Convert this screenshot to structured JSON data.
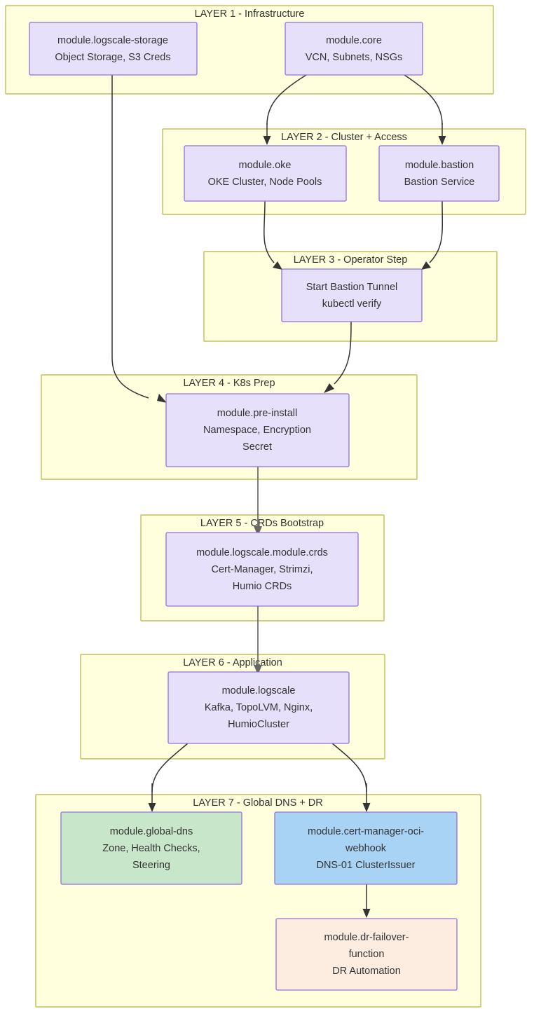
{
  "diagram": {
    "title": "LogScale OCI Deployment Layer Architecture",
    "type": "layered-flowchart",
    "colors": {
      "cluster_fill": "#ffffde",
      "cluster_stroke": "#bfbf5f",
      "node_stroke": "#9370db",
      "node_fill_purple": "#e6e0fa",
      "node_fill_green": "#c8e6c9",
      "node_fill_blue": "#a9d3f5",
      "node_fill_peach": "#fdece0",
      "edge_stroke": "#333333",
      "edge_stroke_gray": "#666666",
      "text": "#333333"
    },
    "layers": [
      {
        "id": "layer1",
        "title": "LAYER 1 - Infrastructure",
        "nodes": [
          {
            "id": "logscale-storage",
            "line1": "module.logscale-storage",
            "line2": "Object Storage, S3 Creds",
            "line3": "",
            "fill": "purple"
          },
          {
            "id": "core",
            "line1": "module.core",
            "line2": "VCN, Subnets, NSGs",
            "line3": "",
            "fill": "purple"
          }
        ]
      },
      {
        "id": "layer2",
        "title": "LAYER 2 - Cluster + Access",
        "nodes": [
          {
            "id": "oke",
            "line1": "module.oke",
            "line2": "OKE Cluster, Node Pools",
            "line3": "",
            "fill": "purple"
          },
          {
            "id": "bastion",
            "line1": "module.bastion",
            "line2": "Bastion Service",
            "line3": "",
            "fill": "purple"
          }
        ]
      },
      {
        "id": "layer3",
        "title": "LAYER 3 - Operator Step",
        "nodes": [
          {
            "id": "bastion-tunnel",
            "line1": "Start Bastion Tunnel",
            "line2": "kubectl verify",
            "line3": "",
            "fill": "purple"
          }
        ]
      },
      {
        "id": "layer4",
        "title": "LAYER 4 - K8s Prep",
        "nodes": [
          {
            "id": "pre-install",
            "line1": "module.pre-install",
            "line2": "Namespace, Encryption",
            "line3": "Secret",
            "fill": "purple"
          }
        ]
      },
      {
        "id": "layer5",
        "title": "LAYER 5 - CRDs Bootstrap",
        "nodes": [
          {
            "id": "crds",
            "line1": "module.logscale.module.crds",
            "line2": "Cert-Manager, Strimzi,",
            "line3": "Humio CRDs",
            "fill": "purple"
          }
        ]
      },
      {
        "id": "layer6",
        "title": "LAYER 6 - Application",
        "nodes": [
          {
            "id": "logscale",
            "line1": "module.logscale",
            "line2": "Kafka, TopoLVM, Nginx,",
            "line3": "HumioCluster",
            "fill": "purple"
          }
        ]
      },
      {
        "id": "layer7",
        "title": "LAYER 7 - Global DNS + DR",
        "nodes": [
          {
            "id": "global-dns",
            "line1": "module.global-dns",
            "line2": "Zone, Health Checks,",
            "line3": "Steering",
            "fill": "green"
          },
          {
            "id": "cert-manager-oci-webhook",
            "line1": "module.cert-manager-oci-",
            "line2": "webhook",
            "line3": "DNS-01 ClusterIssuer",
            "fill": "blue"
          },
          {
            "id": "dr-failover-function",
            "line1": "module.dr-failover-",
            "line2": "function",
            "line3": "DR Automation",
            "fill": "peach"
          }
        ]
      }
    ],
    "edges": [
      {
        "from": "core",
        "to": "oke"
      },
      {
        "from": "core",
        "to": "bastion"
      },
      {
        "from": "oke",
        "to": "bastion-tunnel"
      },
      {
        "from": "bastion",
        "to": "bastion-tunnel"
      },
      {
        "from": "logscale-storage",
        "to": "pre-install"
      },
      {
        "from": "bastion-tunnel",
        "to": "pre-install"
      },
      {
        "from": "pre-install",
        "to": "crds"
      },
      {
        "from": "crds",
        "to": "logscale"
      },
      {
        "from": "logscale",
        "to": "global-dns"
      },
      {
        "from": "logscale",
        "to": "cert-manager-oci-webhook"
      },
      {
        "from": "cert-manager-oci-webhook",
        "to": "dr-failover-function"
      }
    ]
  }
}
